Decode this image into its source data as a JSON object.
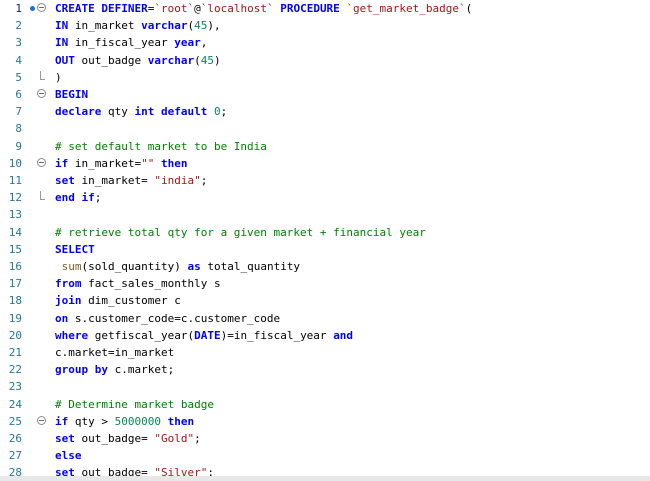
{
  "lines": [
    {
      "n": "1",
      "marker": "dot",
      "fold": "open",
      "tokens": [
        [
          "k",
          "CREATE "
        ],
        [
          "k",
          "DEFINER"
        ],
        [
          "p",
          "="
        ],
        [
          "s",
          "`root`"
        ],
        [
          "p",
          "@"
        ],
        [
          "s",
          "`localhost`"
        ],
        [
          "p",
          " "
        ],
        [
          "k",
          "PROCEDURE"
        ],
        [
          "p",
          " "
        ],
        [
          "s",
          "`get_market_badge`"
        ],
        [
          "p",
          "("
        ]
      ]
    },
    {
      "n": "2",
      "tokens": [
        [
          "k",
          "IN "
        ],
        [
          "p",
          "in_market "
        ],
        [
          "t",
          "varchar"
        ],
        [
          "p",
          "("
        ],
        [
          "n",
          "45"
        ],
        [
          "p",
          "),"
        ]
      ]
    },
    {
      "n": "3",
      "tokens": [
        [
          "k",
          "IN "
        ],
        [
          "p",
          "in_fiscal_year "
        ],
        [
          "t",
          "year"
        ],
        [
          "p",
          ","
        ]
      ]
    },
    {
      "n": "4",
      "tokens": [
        [
          "k",
          "OUT "
        ],
        [
          "p",
          "out_badge "
        ],
        [
          "t",
          "varchar"
        ],
        [
          "p",
          "("
        ],
        [
          "n",
          "45"
        ],
        [
          "p",
          ")"
        ]
      ]
    },
    {
      "n": "5",
      "fold": "end",
      "tokens": [
        [
          "p",
          ")"
        ]
      ]
    },
    {
      "n": "6",
      "fold": "open",
      "tokens": [
        [
          "k",
          "BEGIN"
        ]
      ]
    },
    {
      "n": "7",
      "tokens": [
        [
          "k",
          "declare "
        ],
        [
          "p",
          "qty "
        ],
        [
          "t",
          "int"
        ],
        [
          "p",
          " "
        ],
        [
          "k",
          "default "
        ],
        [
          "n",
          "0"
        ],
        [
          "p",
          ";"
        ]
      ]
    },
    {
      "n": "8",
      "tokens": []
    },
    {
      "n": "9",
      "tokens": [
        [
          "c",
          "# set default market to be India"
        ]
      ]
    },
    {
      "n": "10",
      "fold": "open",
      "tokens": [
        [
          "k",
          "if "
        ],
        [
          "p",
          "in_market="
        ],
        [
          "s",
          "\"\""
        ],
        [
          "p",
          " "
        ],
        [
          "k",
          "then"
        ]
      ]
    },
    {
      "n": "11",
      "tokens": [
        [
          "k",
          "set "
        ],
        [
          "p",
          "in_market= "
        ],
        [
          "s",
          "\"india\""
        ],
        [
          "p",
          ";"
        ]
      ]
    },
    {
      "n": "12",
      "fold": "end",
      "tokens": [
        [
          "k",
          "end if"
        ],
        [
          "p",
          ";"
        ]
      ]
    },
    {
      "n": "13",
      "tokens": []
    },
    {
      "n": "14",
      "tokens": [
        [
          "c",
          "# retrieve total qty for a given market + financial year"
        ]
      ]
    },
    {
      "n": "15",
      "tokens": [
        [
          "k",
          "SELECT"
        ]
      ]
    },
    {
      "n": "16",
      "tokens": [
        [
          "p",
          " "
        ],
        [
          "f",
          "sum"
        ],
        [
          "p",
          "(sold_quantity) "
        ],
        [
          "k",
          "as "
        ],
        [
          "p",
          "total_quantity"
        ]
      ]
    },
    {
      "n": "17",
      "tokens": [
        [
          "k",
          "from "
        ],
        [
          "p",
          "fact_sales_monthly s"
        ]
      ]
    },
    {
      "n": "18",
      "tokens": [
        [
          "k",
          "join "
        ],
        [
          "p",
          "dim_customer c"
        ]
      ]
    },
    {
      "n": "19",
      "tokens": [
        [
          "k",
          "on "
        ],
        [
          "p",
          "s.customer_code=c.customer_code"
        ]
      ]
    },
    {
      "n": "20",
      "tokens": [
        [
          "k",
          "where "
        ],
        [
          "p",
          "getfiscal_year("
        ],
        [
          "k",
          "DATE"
        ],
        [
          "p",
          ")=in_fiscal_year "
        ],
        [
          "k",
          "and"
        ]
      ]
    },
    {
      "n": "21",
      "tokens": [
        [
          "p",
          "c.market=in_market"
        ]
      ]
    },
    {
      "n": "22",
      "tokens": [
        [
          "k",
          "group by "
        ],
        [
          "p",
          "c.market;"
        ]
      ]
    },
    {
      "n": "23",
      "tokens": []
    },
    {
      "n": "24",
      "tokens": [
        [
          "c",
          "# Determine market badge"
        ]
      ]
    },
    {
      "n": "25",
      "fold": "open",
      "tokens": [
        [
          "k",
          "if "
        ],
        [
          "p",
          "qty > "
        ],
        [
          "n",
          "5000000"
        ],
        [
          "p",
          " "
        ],
        [
          "k",
          "then"
        ]
      ]
    },
    {
      "n": "26",
      "tokens": [
        [
          "k",
          "set "
        ],
        [
          "p",
          "out_badge= "
        ],
        [
          "s",
          "\"Gold\""
        ],
        [
          "p",
          ";"
        ]
      ]
    },
    {
      "n": "27",
      "tokens": [
        [
          "k",
          "else"
        ]
      ]
    },
    {
      "n": "28",
      "tokens": [
        [
          "k",
          "set "
        ],
        [
          "p",
          "out_badge= "
        ],
        [
          "s",
          "\"Silver\""
        ],
        [
          "p",
          ";"
        ]
      ]
    }
  ]
}
